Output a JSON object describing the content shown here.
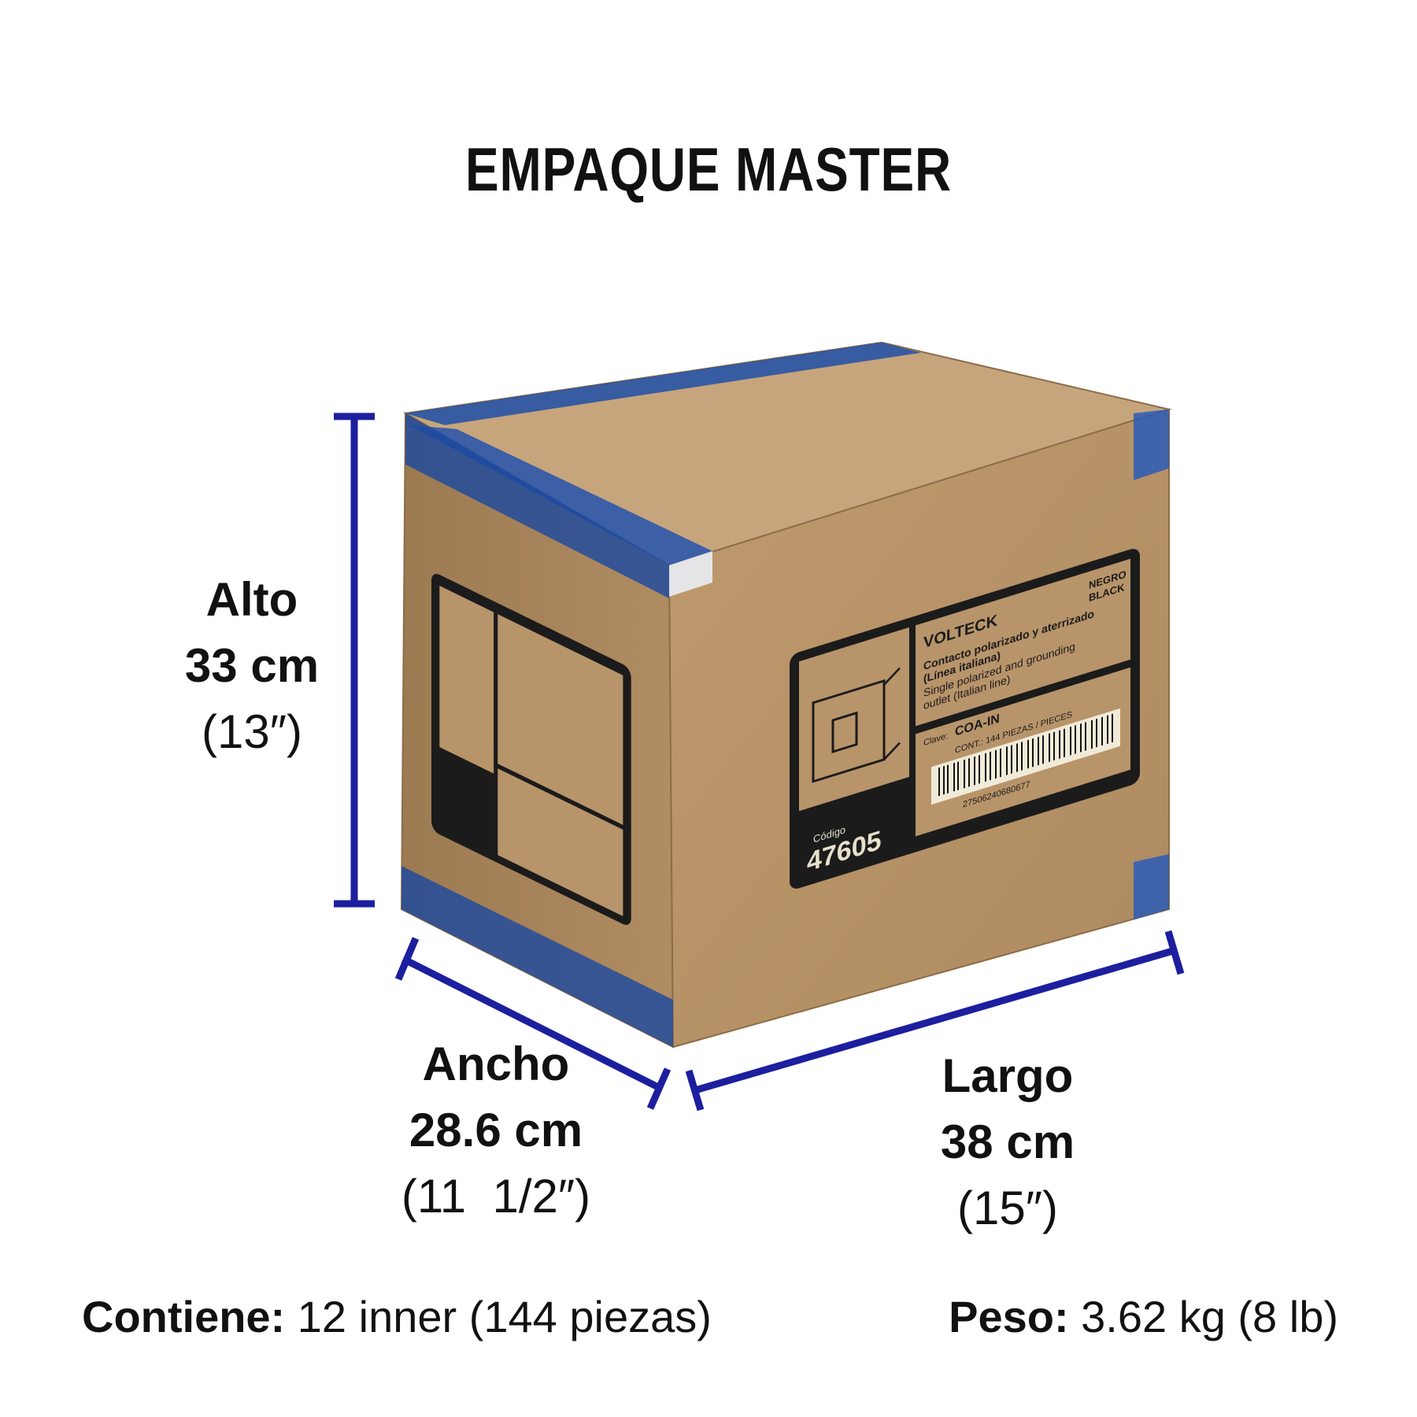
{
  "title": "EMPAQUE MASTER",
  "dimensions": {
    "alto": {
      "label": "Alto",
      "metric": "33 cm",
      "imperial": "(13″)"
    },
    "ancho": {
      "label": "Ancho",
      "metric": "28.6 cm",
      "imperial": "(11  1/2″)"
    },
    "largo": {
      "label": "Largo",
      "metric": "38 cm",
      "imperial": "(15″)"
    }
  },
  "contents": {
    "label": "Contiene:",
    "value": "12 inner (144 piezas)"
  },
  "weight": {
    "label": "Peso:",
    "value": "3.62 kg (8 lb)"
  },
  "box_label": {
    "brand": "VOLTECK",
    "color_es": "NEGRO",
    "color_en": "BLACK",
    "desc_es_1": "Contacto polarizado y aterrizado",
    "desc_es_2": "(Línea italiana)",
    "desc_en_1": "Single polarized and grounding",
    "desc_en_2": "outlet (Italian line)",
    "clave_label": "Clave:",
    "clave": "COA-IN",
    "cont": "CONT.: 144 PIEZAS / PIECES",
    "barcode_number": "27506240680677",
    "codigo_label": "Código",
    "codigo": "47605"
  },
  "colors": {
    "dimension_line": "#1c1f9e",
    "cardboard_front": "#b8946a",
    "cardboard_side": "#a7825a",
    "cardboard_top": "#c4a27a",
    "tape_blue": "#1f4fa8",
    "text": "#111111"
  }
}
